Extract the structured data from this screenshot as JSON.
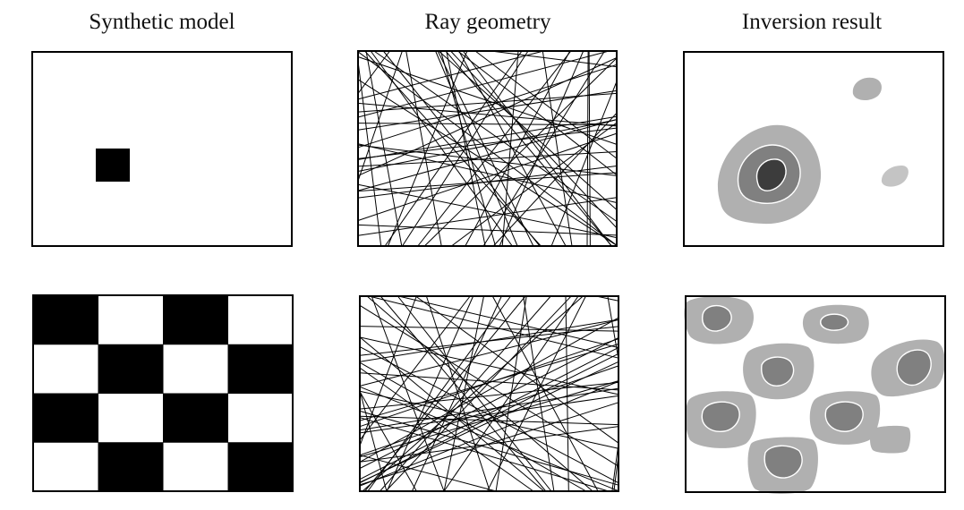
{
  "titles": {
    "synthetic": "Synthetic model",
    "rays": "Ray geometry",
    "inversion": "Inversion result"
  },
  "colors": {
    "frame": "#000000",
    "block": "#000000",
    "ray": "#000000",
    "anomaly_outer": "#b0b0b0",
    "anomaly_mid": "#808080",
    "anomaly_inner": "#3c3c3c",
    "contour": "#ffffff"
  }
}
